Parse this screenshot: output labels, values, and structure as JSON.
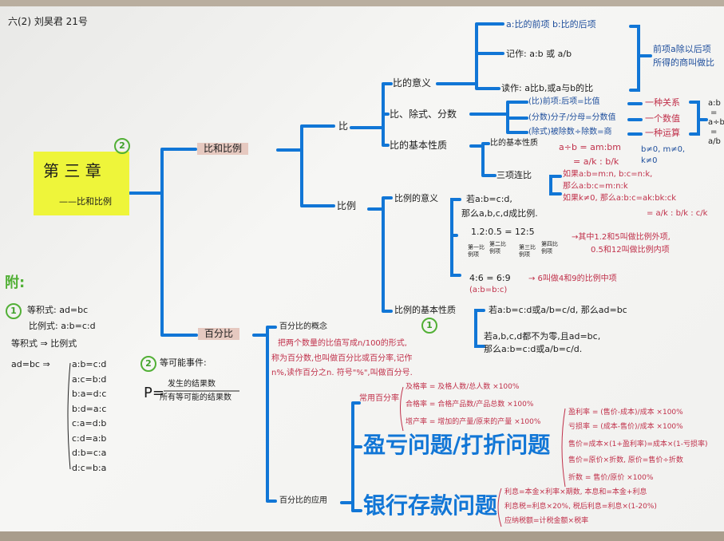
{
  "header": "六(2)  刘昊君   21号",
  "chapter": {
    "title": "第 三 章",
    "subtitle": "——比和比例",
    "badge": "2"
  },
  "colors": {
    "branch": "#1176d6",
    "red_ink": "#c0304a",
    "blue_ink": "#1e4e9c",
    "highlight": "#eef53a",
    "label_tape": "#e6c9c0"
  },
  "branches": {
    "ratio_proportion": "比和比例",
    "percent": "百分比",
    "ratio": "比",
    "proportion": "比例",
    "ratio_meaning": "比的意义",
    "ratio_div_frac": "比、除式、分数",
    "ratio_property": "比的基本性质",
    "prop_meaning": "比例的意义",
    "prop_property": "比例的基本性质",
    "prop_badge": "1",
    "pct_concept": "百分比的概念",
    "pct_application": "百分比的应用"
  },
  "ratio_meaning": {
    "terms": "a:比的前项   b:比的后项",
    "written": "记作: a:b 或 a/b",
    "read": "读作: a比b,或a与b的比",
    "def1": "前项a除以后项",
    "def2": "所得的商叫做比"
  },
  "ratio_div_frac": {
    "rows": [
      "(比)前项:后项=比值",
      "(分数)分子/分母=分数值",
      "(除式)被除数÷除数=商"
    ],
    "kinds": [
      "一种关系",
      "一个数值",
      "一种运算"
    ],
    "equal": [
      "a:b",
      "=",
      "a÷b",
      "=",
      "a/b"
    ]
  },
  "ratio_property": {
    "name": "比的基本性质",
    "triple": "三项连比",
    "f1": "a÷b = am:bm",
    "f2": "= a/k : b/k",
    "cond1": "b≠0, m≠0,",
    "cond2": "k≠0",
    "t1": "如果a:b=m:n, b:c=n:k,",
    "t2": "那么a:b:c=m:n:k",
    "t3": "如果k≠0, 那么a:b:c=ak:bk:ck",
    "t4": "= a/k : b/k : c/k"
  },
  "prop_meaning": {
    "l1": "若a:b=c:d,",
    "l2": "那么a,b,c,d成比例.",
    "example": "1.2:0.5 = 12:5",
    "pos": [
      "第一比例项",
      "第二比例项",
      "第三比例项",
      "第四比例项"
    ],
    "note1": "→其中1.2和5叫做比例外项,",
    "note2": "0.5和12叫做比例内项",
    "mean": "4:6 = 6:9",
    "mean_note": "→ 6叫做4和9的比例中项",
    "mean_form": "(a:b=b:c)"
  },
  "prop_property": {
    "l1": "若a:b=c:d或a/b=c/d, 那么ad=bc",
    "l2": "若a,b,c,d都不为零,且ad=bc,",
    "l3": "那么a:b=c:d或a/b=c/d."
  },
  "pct_concept": {
    "l1": "把两个数量的比值写成n/100的形式,",
    "l2": "称为百分数,也叫做百分比或百分率,记作",
    "l3": "n%,读作百分之n. 符号\"%\",叫做百分号."
  },
  "pct_app": {
    "common": "常用百分率",
    "c1": "及格率 = 及格人数/总人数 ×100%",
    "c2": "合格率 = 合格产品数/产品总数 ×100%",
    "c3": "增产率 = 增加的产量/原来的产量 ×100%",
    "profit_title": "盈亏问题/打折问题",
    "p1": "盈利率 = (售价-成本)/成本 ×100%",
    "p2": "亏损率 = (成本-售价)/成本 ×100%",
    "p3": "售价=成本×(1+盈利率)=成本×(1-亏损率)",
    "p4": "售价=原价×折数, 原价=售价÷折数",
    "p5": "折数 = 售价/原价 ×100%",
    "bank_title": "银行存款问题",
    "b1": "利息=本金×利率×期数, 本息和=本金+利息",
    "b2": "利息税=利息×20%, 税后利息=利息×(1-20%)",
    "b3": "应纳税额=计税金额×税率"
  },
  "appendix": {
    "title": "附:",
    "n1": "1",
    "i1": "等积式: ad=bc",
    "i2": "比例式: a:b=c:d",
    "i3": "等积式 ⇒ 比例式",
    "i4": "ad=bc ⇒",
    "list": [
      "a:b=c:d",
      "a:c=b:d",
      "b:a=d:c",
      "b:d=a:c",
      "c:a=d:b",
      "c:d=a:b",
      "d:b=c:a",
      "d:c=b:a"
    ],
    "n2": "2",
    "e_title": "等可能事件:",
    "p": "P=",
    "num": "发生的结果数",
    "den": "所有等可能的结果数"
  }
}
